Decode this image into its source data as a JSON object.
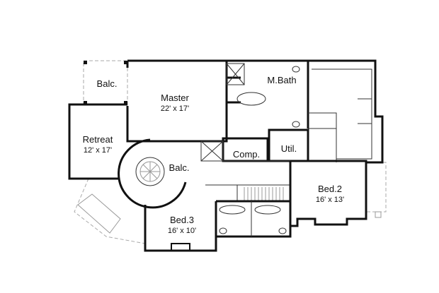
{
  "rooms": {
    "balcony_top": {
      "name": "Balc."
    },
    "master": {
      "name": "Master",
      "size": "22' x 17'"
    },
    "master_bath": {
      "name": "M.Bath"
    },
    "retreat": {
      "name": "Retreat",
      "size": "12' x 17'"
    },
    "comp": {
      "name": "Comp."
    },
    "util": {
      "name": "Util."
    },
    "balcony_stair": {
      "name": "Balc."
    },
    "bed2": {
      "name": "Bed.2",
      "size": "16' x 13'"
    },
    "bed3": {
      "name": "Bed.3",
      "size": "16' x 10'"
    }
  }
}
